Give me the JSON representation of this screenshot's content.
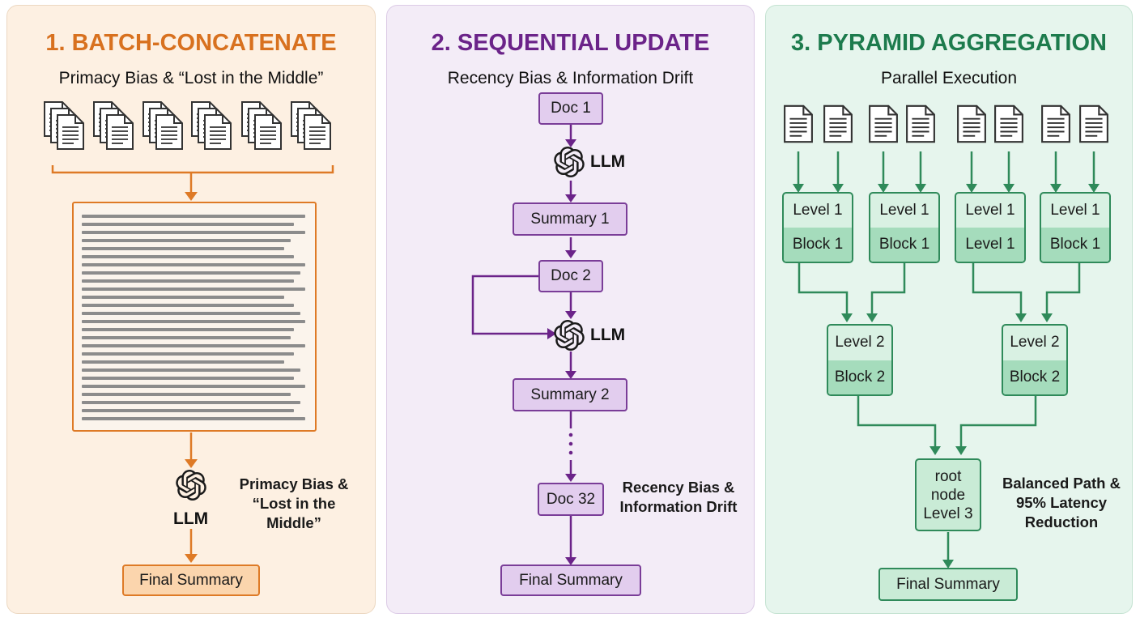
{
  "panels": {
    "batch": {
      "title": "1. BATCH-CONCATENATE",
      "subtitle": "Primacy Bias & “Lost in the Middle”",
      "llm": "LLM",
      "annotation": [
        "Primacy Bias &",
        "“Lost in the",
        "Middle”"
      ],
      "final": "Final Summary"
    },
    "sequential": {
      "title": "2. SEQUENTIAL UPDATE",
      "subtitle": "Recency Bias & Information Drift",
      "doc1": "Doc 1",
      "llm1": "LLM",
      "summary1": "Summary 1",
      "doc2": "Doc 2",
      "llm2": "LLM",
      "summary2": "Summary 2",
      "doc32": "Doc 32",
      "annotation": [
        "Recency Bias &",
        "Information Drift"
      ],
      "final": "Final Summary"
    },
    "pyramid": {
      "title": "3. PYRAMID AGGREGATION",
      "subtitle": "Parallel Execution",
      "level1_blocks": [
        {
          "top": "Level 1",
          "bottom": "Block 1"
        },
        {
          "top": "Level 1",
          "bottom": "Block 1"
        },
        {
          "top": "Level 1",
          "bottom": "Level 1"
        },
        {
          "top": "Level 1",
          "bottom": "Block 1"
        }
      ],
      "level2_blocks": [
        {
          "top": "Level 2",
          "bottom": "Block 2"
        },
        {
          "top": "Level 2",
          "bottom": "Block 2"
        }
      ],
      "root": [
        "root",
        "node",
        "Level 3"
      ],
      "annotation": [
        "Balanced Path &",
        "95% Latency",
        "Reduction"
      ],
      "final": "Final Summary"
    }
  },
  "colors": {
    "orange": "#de7a26",
    "purple": "#6b2389",
    "green": "#2f8a5a"
  },
  "icons": [
    "document-stack-icon",
    "document-icon",
    "openai-logo-icon"
  ]
}
